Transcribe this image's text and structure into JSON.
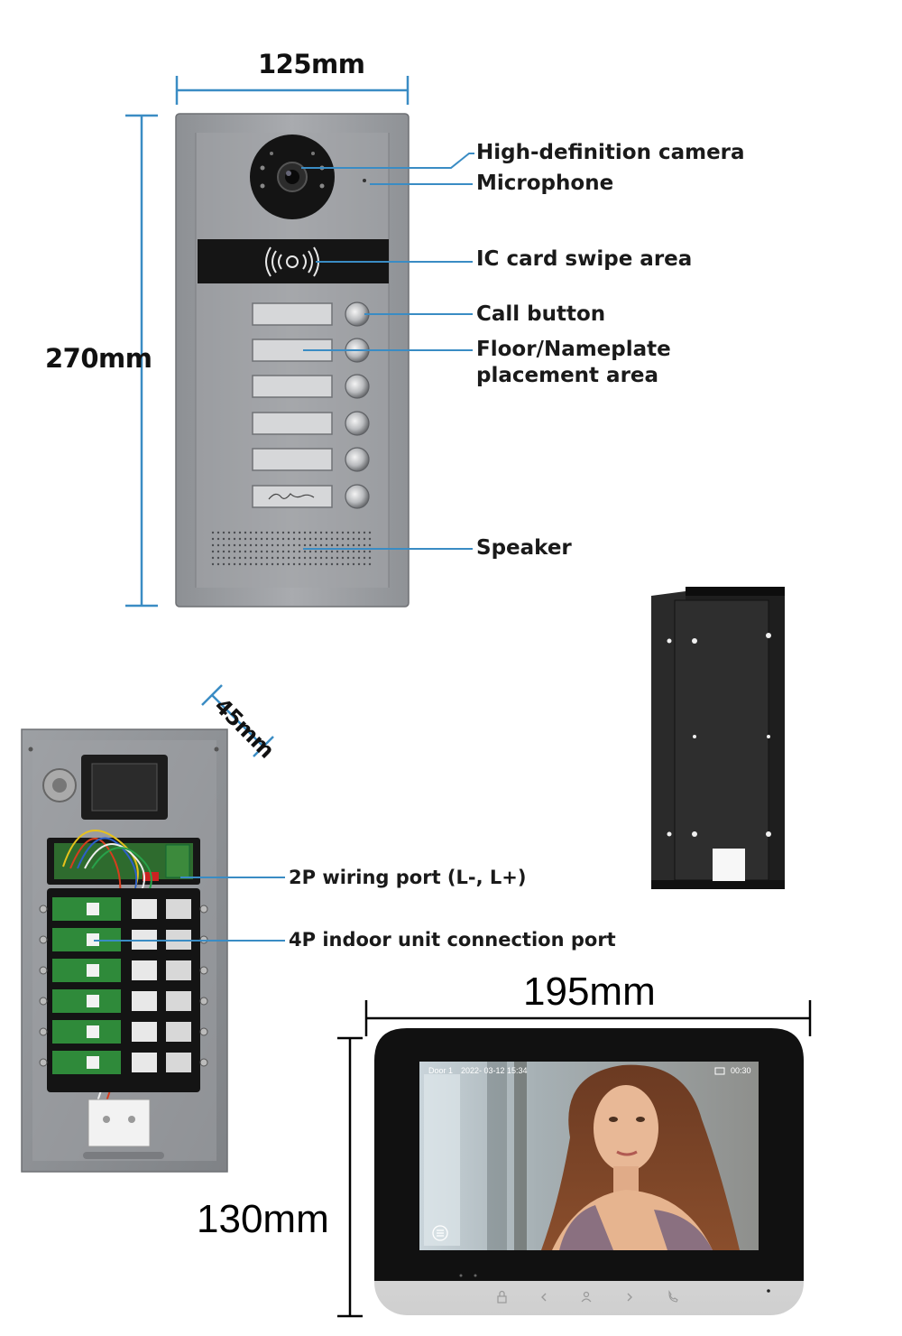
{
  "dimensions": {
    "panel_width": "125mm",
    "panel_height": "270mm",
    "panel_depth": "45mm",
    "monitor_width": "195mm",
    "monitor_height": "130mm"
  },
  "callouts": {
    "camera": "High-definition camera",
    "microphone": "Microphone",
    "ic_card": "IC card swipe area",
    "call_button": "Call button",
    "nameplate_line1": "Floor/Nameplate",
    "nameplate_line2": "placement area",
    "speaker": "Speaker",
    "wiring_port": "2P wiring port (L-, L+)",
    "indoor_port": "4P indoor unit connection port"
  },
  "monitor_screen": {
    "door": "Door 1",
    "datetime": "2022- 03-12 15:34",
    "timer": "00:30"
  },
  "colors": {
    "dimension_line": "#3a8cc4",
    "callout_line": "#3a8cc4",
    "panel_metal": "#9a9ca0",
    "monitor_frame": "#111111"
  },
  "icons": [
    "rfid-icon",
    "lock-icon",
    "chevron-left-icon",
    "person-icon",
    "chevron-right-icon",
    "phone-icon",
    "menu-icon",
    "camera-rec-icon"
  ]
}
